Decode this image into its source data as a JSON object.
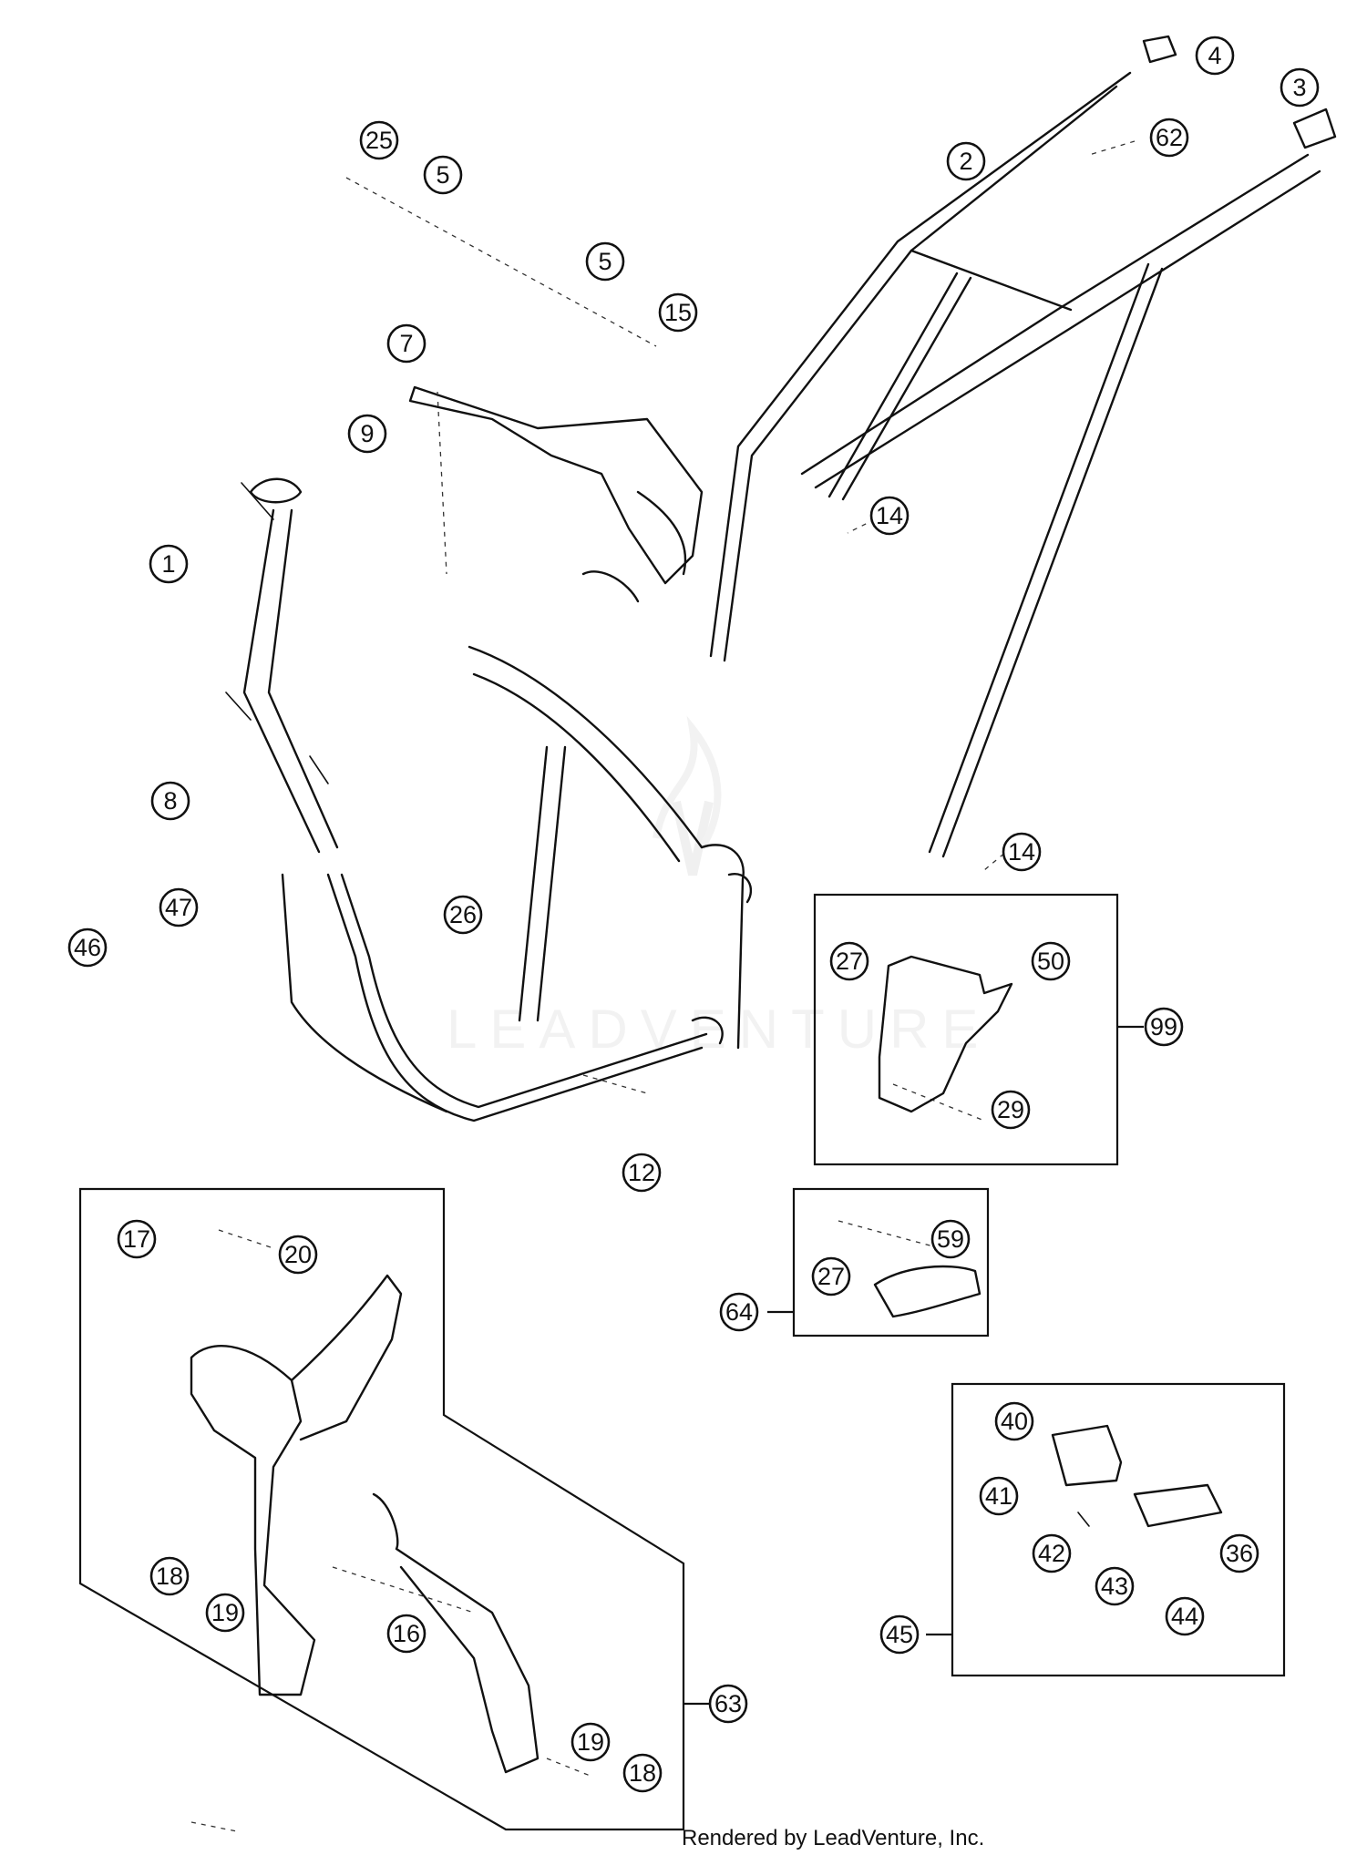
{
  "watermark": "LEADVENTURE",
  "credit": "Rendered by LeadVenture, Inc.",
  "callouts": [
    "1",
    "2",
    "3",
    "4",
    "5",
    "5",
    "7",
    "8",
    "9",
    "12",
    "14",
    "14",
    "15",
    "25",
    "26",
    "46",
    "47",
    "62",
    "27",
    "50",
    "29",
    "99",
    "27",
    "59",
    "64",
    "17",
    "20",
    "18",
    "19",
    "16",
    "19",
    "18",
    "63",
    "40",
    "41",
    "36",
    "42",
    "43",
    "44",
    "45"
  ]
}
